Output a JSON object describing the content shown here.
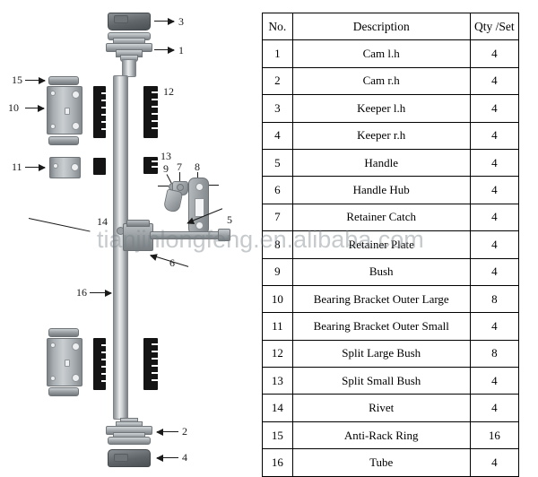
{
  "watermark": "tianjinlongfeng.en.alibaba.com",
  "table": {
    "headers": [
      "No.",
      "Description",
      "Qty /Set"
    ],
    "rows": [
      {
        "no": "1",
        "description": "Cam l.h",
        "qty": "4"
      },
      {
        "no": "2",
        "description": "Cam r.h",
        "qty": "4"
      },
      {
        "no": "3",
        "description": "Keeper l.h",
        "qty": "4"
      },
      {
        "no": "4",
        "description": "Keeper r.h",
        "qty": "4"
      },
      {
        "no": "5",
        "description": "Handle",
        "qty": "4"
      },
      {
        "no": "6",
        "description": "Handle Hub",
        "qty": "4"
      },
      {
        "no": "7",
        "description": "Retainer Catch",
        "qty": "4"
      },
      {
        "no": "8",
        "description": "Retainer Plate",
        "qty": "4"
      },
      {
        "no": "9",
        "description": "Bush",
        "qty": "4"
      },
      {
        "no": "10",
        "description": "Bearing Bracket Outer Large",
        "qty": "8"
      },
      {
        "no": "11",
        "description": "Bearing Bracket Outer Small",
        "qty": "4"
      },
      {
        "no": "12",
        "description": "Split Large Bush",
        "qty": "8"
      },
      {
        "no": "13",
        "description": "Split Small Bush",
        "qty": "4"
      },
      {
        "no": "14",
        "description": "Rivet",
        "qty": "4"
      },
      {
        "no": "15",
        "description": "Anti-Rack Ring",
        "qty": "16"
      },
      {
        "no": "16",
        "description": "Tube",
        "qty": "4"
      }
    ]
  },
  "diagram": {
    "callouts": {
      "n1": "1",
      "n2": "2",
      "n3": "3",
      "n4": "4",
      "n5": "5",
      "n6": "6",
      "n7": "7",
      "n8": "8",
      "n9": "9",
      "n10": "10",
      "n11": "11",
      "n12": "12",
      "n13": "13",
      "n14": "14",
      "n15": "15",
      "n16": "16"
    }
  },
  "colors": {
    "metal_light": "#d2d6d9",
    "metal_mid": "#9aa0a4",
    "metal_dark": "#5f6569",
    "bush_black": "#141414",
    "border": "#000000",
    "watermark": "#788086"
  }
}
